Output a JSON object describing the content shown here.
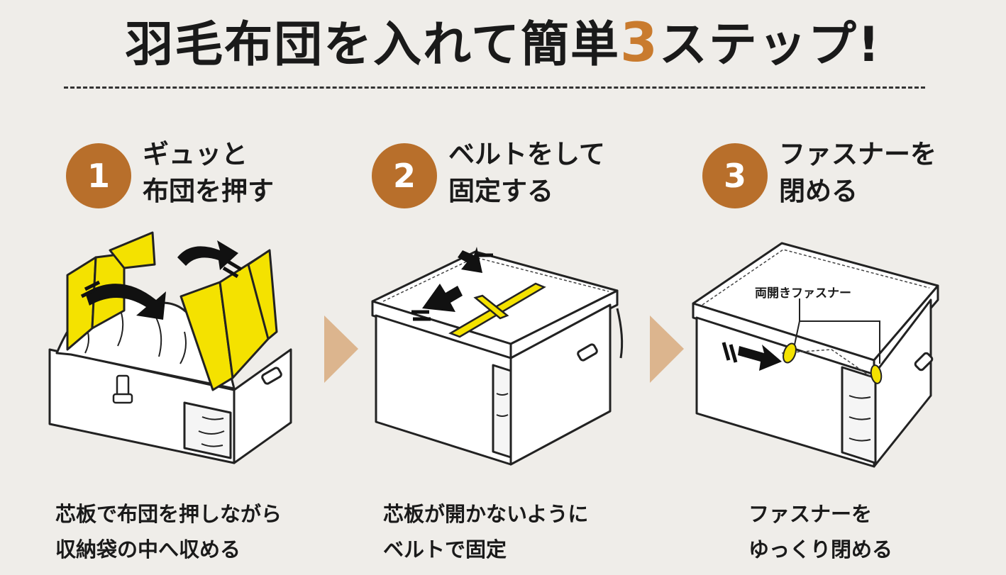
{
  "title": {
    "main": "羽毛布団を入れて簡単",
    "accent_number": "3",
    "suffix": "ステップ!"
  },
  "colors": {
    "accent": "#c97b2e",
    "badge": "#b86f2b",
    "arrow": "#dcb58e",
    "panel_yellow": "#f4e200",
    "background": "#efede9"
  },
  "steps": [
    {
      "number": "1",
      "title_line1": "ギュッと",
      "title_line2": "布団を押す",
      "caption_line1": "芯板で布団を押しながら",
      "caption_line2": "収納袋の中へ収める"
    },
    {
      "number": "2",
      "title_line1": "ベルトをして",
      "title_line2": "固定する",
      "caption_line1": "芯板が開かないように",
      "caption_line2": "ベルトで固定"
    },
    {
      "number": "3",
      "title_line1": "ファスナーを",
      "title_line2": "閉める",
      "caption_line1": "ファスナーを",
      "caption_line2": "ゆっくり閉める"
    }
  ],
  "illustration3": {
    "label": "両開きファスナー"
  }
}
